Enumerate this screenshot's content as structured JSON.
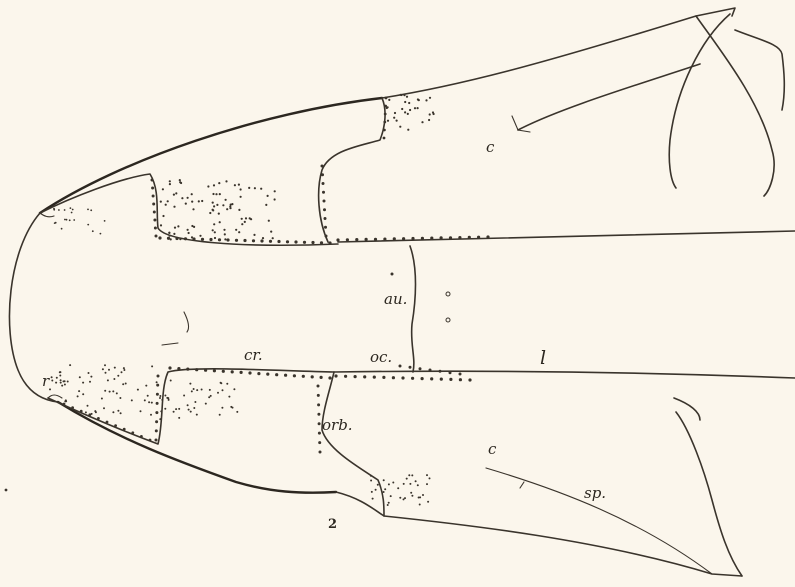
{
  "figure": {
    "labels": {
      "c_upper": "c",
      "au": "au.",
      "cr": "cr.",
      "oc": "oc.",
      "l": "l",
      "r": "r",
      "orb": "orb.",
      "c_lower": "c",
      "sp": "sp.",
      "figure_number": "2"
    }
  }
}
